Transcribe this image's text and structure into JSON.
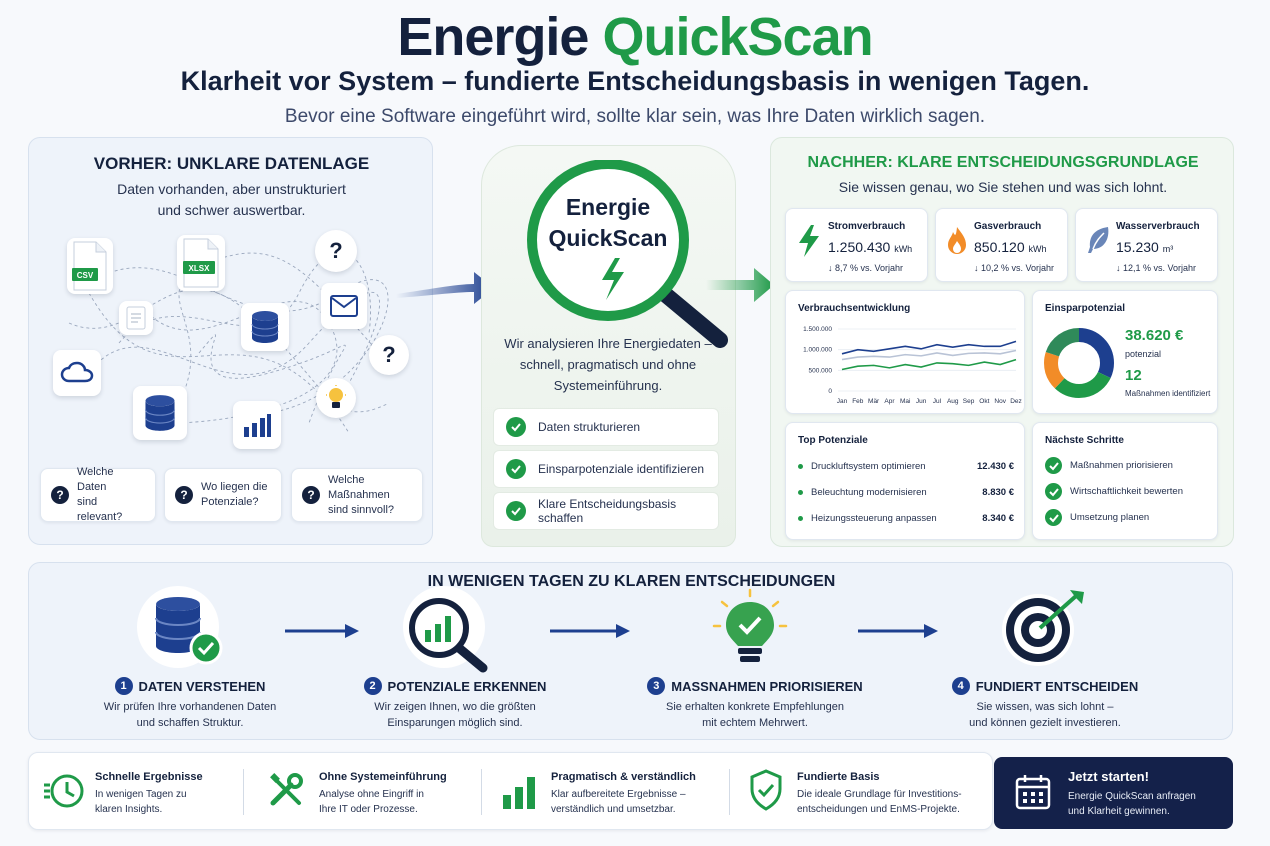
{
  "header": {
    "title_a": "Energie",
    "title_b": "QuickScan",
    "subtitle": "Klarheit vor System – fundierte Entscheidungsbasis in wenigen Tagen.",
    "lead": "Bevor eine Software eingeführt wird, sollte klar sein, was Ihre Daten wirklich sagen."
  },
  "before": {
    "heading": "VORHER: UNKLARE DATENLAGE",
    "text_line1": "Daten vorhanden, aber unstrukturiert",
    "text_line2": "und schwer auswertbar.",
    "file_csv": "CSV",
    "file_xlsx": "XLSX",
    "question_mark": "?",
    "questions": [
      {
        "line1": "Welche Daten",
        "line2": "sind relevant?"
      },
      {
        "line1": "Wo liegen die",
        "line2": "Potenziale?"
      },
      {
        "line1": "Welche Maßnahmen",
        "line2": "sind sinnvoll?"
      }
    ]
  },
  "center": {
    "lens_line1": "Energie",
    "lens_line2": "QuickScan",
    "text_line1": "Wir analysieren Ihre Energiedaten –",
    "text_line2": "schnell, pragmatisch und ohne",
    "text_line3": "Systemeinführung.",
    "steps": [
      "Daten strukturieren",
      "Einsparpotenziale identifizieren",
      "Klare Entscheidungsbasis schaffen"
    ]
  },
  "after": {
    "heading": "NACHHER: KLARE ENTSCHEIDUNGSGRUNDLAGE",
    "text": "Sie wissen genau, wo Sie stehen und was sich lohnt.",
    "kpis": [
      {
        "title": "Stromverbrauch",
        "value": "1.250.430",
        "unit": "kWh",
        "delta": "↓ 8,7 % vs. Vorjahr",
        "icon": "lightning-icon"
      },
      {
        "title": "Gasverbrauch",
        "value": "850.120",
        "unit": "kWh",
        "delta": "↓ 10,2 % vs. Vorjahr",
        "icon": "flame-icon"
      },
      {
        "title": "Wasserverbrauch",
        "value": "15.230",
        "unit": "m³",
        "delta": "↓ 12,1 % vs. Vorjahr",
        "icon": "leaf-icon"
      }
    ],
    "savings": {
      "title": "Einsparpotenzial",
      "amount": "38.620 €",
      "amount_label": "potenzial",
      "count": "12",
      "count_label": "Maßnahmen identifiziert"
    },
    "top": {
      "title": "Top Potenziale",
      "items": [
        {
          "label": "Druckluftsystem optimieren",
          "value": "12.430 €"
        },
        {
          "label": "Beleuchtung modernisieren",
          "value": "8.830 €"
        },
        {
          "label": "Heizungssteuerung anpassen",
          "value": "8.340 €"
        }
      ]
    },
    "next": {
      "title": "Nächste Schritte",
      "items": [
        "Maßnahmen priorisieren",
        "Wirtschaftlichkeit bewerten",
        "Umsetzung planen"
      ]
    }
  },
  "chart_data": {
    "type": "line",
    "title": "Verbrauchsentwicklung",
    "categories": [
      "Jan",
      "Feb",
      "Mär",
      "Apr",
      "Mai",
      "Jun",
      "Jul",
      "Aug",
      "Sep",
      "Okt",
      "Nov",
      "Dez"
    ],
    "y_tick_labels": [
      "1.500.000",
      "1.000.000",
      "500.000",
      "0"
    ],
    "ylim": [
      0,
      1500000
    ],
    "series": [
      {
        "color": "#1d3f8f",
        "values": [
          900000,
          1000000,
          960000,
          1020000,
          1080000,
          1020000,
          1120000,
          1060000,
          1120000,
          1080000,
          1080000,
          1200000
        ]
      },
      {
        "color": "#b9c3d6",
        "values": [
          760000,
          820000,
          840000,
          820000,
          880000,
          850000,
          920000,
          860000,
          910000,
          920000,
          900000,
          980000
        ]
      },
      {
        "color": "#1f9a48",
        "values": [
          520000,
          600000,
          620000,
          560000,
          640000,
          580000,
          680000,
          660000,
          620000,
          700000,
          640000,
          760000
        ]
      }
    ],
    "grid": true,
    "legend": "none"
  },
  "donut_data": {
    "type": "pie",
    "slices": [
      {
        "value": 32,
        "color": "#1d3f8f"
      },
      {
        "value": 30,
        "color": "#1f9a48"
      },
      {
        "value": 18,
        "color": "#f28c28"
      },
      {
        "value": 20,
        "color": "#2f8a5a"
      }
    ]
  },
  "process": {
    "heading": "IN WENIGEN TAGEN ZU KLAREN ENTSCHEIDUNGEN",
    "steps": [
      {
        "num": "1",
        "title": "DATEN VERSTEHEN",
        "line1": "Wir prüfen Ihre vorhandenen Daten",
        "line2": "und schaffen Struktur."
      },
      {
        "num": "2",
        "title": "POTENZIALE ERKENNEN",
        "line1": "Wir zeigen Ihnen, wo die größten",
        "line2": "Einsparungen möglich sind."
      },
      {
        "num": "3",
        "title": "MASSNAHMEN PRIORISIEREN",
        "line1": "Sie erhalten konkrete Empfehlungen",
        "line2": "mit echtem Mehrwert."
      },
      {
        "num": "4",
        "title": "FUNDIERT ENTSCHEIDEN",
        "line1": "Sie wissen, was sich lohnt –",
        "line2": "und können gezielt investieren."
      }
    ]
  },
  "features": [
    {
      "title": "Schnelle Ergebnisse",
      "line1": "In wenigen Tagen zu",
      "line2": "klaren Insights."
    },
    {
      "title": "Ohne Systemeinführung",
      "line1": "Analyse ohne Eingriff in",
      "line2": "Ihre IT oder Prozesse."
    },
    {
      "title": "Pragmatisch & verständlich",
      "line1": "Klar aufbereitete Ergebnisse –",
      "line2": "verständlich und umsetzbar."
    },
    {
      "title": "Fundierte Basis",
      "line1": "Die ideale Grundlage für Investitions-",
      "line2": "entscheidungen und EnMS-Projekte."
    }
  ],
  "cta": {
    "title": "Jetzt starten!",
    "line1": "Energie QuickScan anfragen",
    "line2": "und Klarheit gewinnen."
  },
  "colors": {
    "navy": "#14213d",
    "green": "#1f9a48",
    "blue": "#1d3f8f",
    "orange": "#f28c28"
  }
}
